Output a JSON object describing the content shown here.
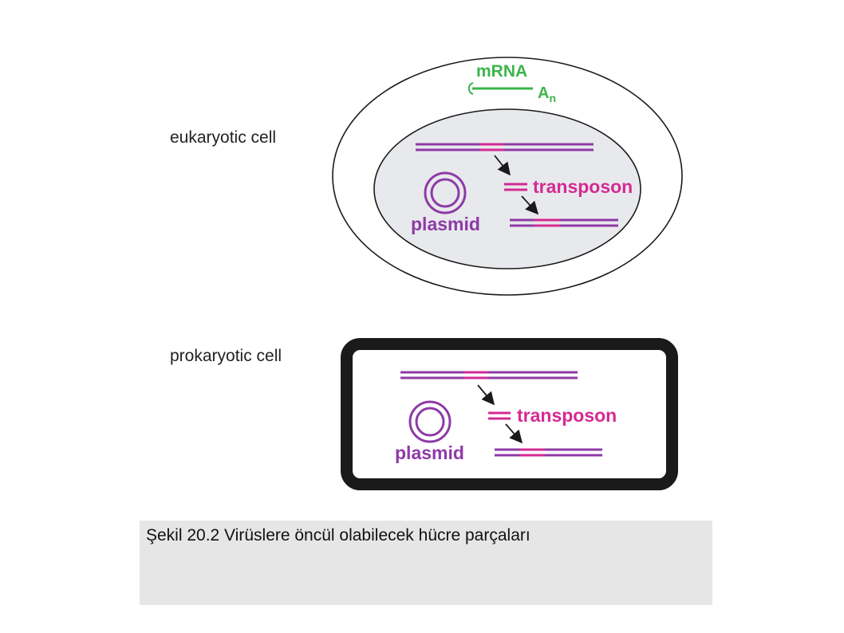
{
  "colors": {
    "dna": "#8e3aa6",
    "transposon": "#d42a94",
    "mrna": "#3cb54a",
    "nucleus_fill": "#e8e9ec",
    "outline": "#1a1a1a"
  },
  "eukaryotic": {
    "cell_label": "eukaryotic cell",
    "mrna_label": "mRNA",
    "polya_base": "A",
    "polya_sub": "n",
    "transposon_label": "transposon",
    "plasmid_label": "plasmid"
  },
  "prokaryotic": {
    "cell_label": "prokaryotic cell",
    "transposon_label": "transposon",
    "plasmid_label": "plasmid"
  },
  "caption": "Şekil 20.2 Virüslere öncül olabilecek hücre parçaları"
}
